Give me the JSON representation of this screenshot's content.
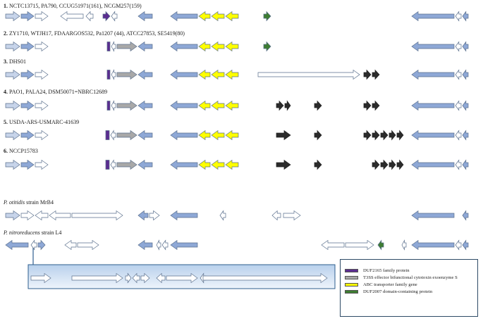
{
  "colors": {
    "light_blue": "#c7d4ea",
    "mid_blue": "#8ea8d6",
    "purple": "#5b2d90",
    "gray": "#a8a8a8",
    "yellow": "#ffff00",
    "green": "#3e7d32",
    "black": "#2b2b2b",
    "white": "#ffffff",
    "inset_border": "#2e5e8e",
    "legend_border": "#2e4a66"
  },
  "rows": [
    {
      "number": "1.",
      "label": "NCTC13715, PA790, CCUG51971(161), NCGM257(159)",
      "label_style": "normal",
      "genes": [
        {
          "start": 8,
          "end": 28,
          "dir": "right",
          "color": "light_blue"
        },
        {
          "start": 30,
          "end": 48,
          "dir": "right",
          "color": "mid_blue"
        },
        {
          "start": 50,
          "end": 68,
          "dir": "right",
          "color": "white"
        },
        {
          "start": 86,
          "end": 118,
          "dir": "left",
          "color": "white"
        },
        {
          "start": 122,
          "end": 132,
          "dir": "left",
          "color": "white"
        },
        {
          "start": 146,
          "end": 156,
          "dir": "right",
          "color": "purple"
        },
        {
          "start": 158,
          "end": 166,
          "dir": "left",
          "color": "white"
        },
        {
          "start": 196,
          "end": 216,
          "dir": "left",
          "color": "mid_blue"
        },
        {
          "start": 242,
          "end": 280,
          "dir": "left",
          "color": "mid_blue"
        },
        {
          "start": 282,
          "end": 298,
          "dir": "left",
          "color": "yellow"
        },
        {
          "start": 300,
          "end": 318,
          "dir": "left",
          "color": "yellow"
        },
        {
          "start": 320,
          "end": 338,
          "dir": "left",
          "color": "yellow"
        },
        {
          "start": 374,
          "end": 384,
          "dir": "right",
          "color": "green"
        },
        {
          "start": 584,
          "end": 644,
          "dir": "left",
          "color": "mid_blue"
        },
        {
          "start": 646,
          "end": 654,
          "dir": "left",
          "color": "white"
        },
        {
          "start": 656,
          "end": 664,
          "dir": "left",
          "color": "mid_blue"
        }
      ]
    },
    {
      "number": "2.",
      "label": "ZY1710, WTJH17, FDAARGOS532, Pa1207 (44), ATCC27853, SE5419(80)",
      "label_style": "normal",
      "genes": [
        {
          "start": 8,
          "end": 28,
          "dir": "right",
          "color": "light_blue"
        },
        {
          "start": 30,
          "end": 48,
          "dir": "right",
          "color": "mid_blue"
        },
        {
          "start": 50,
          "end": 68,
          "dir": "right",
          "color": "white"
        },
        {
          "start": 152,
          "end": 156,
          "dir": "none",
          "color": "purple"
        },
        {
          "start": 158,
          "end": 164,
          "dir": "left",
          "color": "white"
        },
        {
          "start": 166,
          "end": 194,
          "dir": "right",
          "color": "gray"
        },
        {
          "start": 196,
          "end": 216,
          "dir": "left",
          "color": "mid_blue"
        },
        {
          "start": 242,
          "end": 280,
          "dir": "left",
          "color": "mid_blue"
        },
        {
          "start": 282,
          "end": 298,
          "dir": "left",
          "color": "yellow"
        },
        {
          "start": 300,
          "end": 318,
          "dir": "left",
          "color": "yellow"
        },
        {
          "start": 320,
          "end": 338,
          "dir": "left",
          "color": "yellow"
        },
        {
          "start": 374,
          "end": 384,
          "dir": "right",
          "color": "green"
        },
        {
          "start": 584,
          "end": 644,
          "dir": "left",
          "color": "mid_blue"
        },
        {
          "start": 646,
          "end": 654,
          "dir": "left",
          "color": "white"
        },
        {
          "start": 656,
          "end": 664,
          "dir": "left",
          "color": "mid_blue"
        }
      ]
    },
    {
      "number": "3.",
      "label": "DHS01",
      "label_style": "normal",
      "genes": [
        {
          "start": 8,
          "end": 28,
          "dir": "right",
          "color": "light_blue"
        },
        {
          "start": 30,
          "end": 48,
          "dir": "right",
          "color": "mid_blue"
        },
        {
          "start": 50,
          "end": 68,
          "dir": "right",
          "color": "white"
        },
        {
          "start": 152,
          "end": 156,
          "dir": "none",
          "color": "purple"
        },
        {
          "start": 158,
          "end": 164,
          "dir": "left",
          "color": "white"
        },
        {
          "start": 166,
          "end": 194,
          "dir": "right",
          "color": "gray"
        },
        {
          "start": 196,
          "end": 216,
          "dir": "left",
          "color": "mid_blue"
        },
        {
          "start": 242,
          "end": 280,
          "dir": "left",
          "color": "mid_blue"
        },
        {
          "start": 282,
          "end": 298,
          "dir": "left",
          "color": "yellow"
        },
        {
          "start": 300,
          "end": 318,
          "dir": "left",
          "color": "yellow"
        },
        {
          "start": 320,
          "end": 338,
          "dir": "left",
          "color": "yellow"
        },
        {
          "start": 366,
          "end": 510,
          "dir": "right",
          "color": "white"
        },
        {
          "start": 516,
          "end": 526,
          "dir": "right",
          "color": "black"
        },
        {
          "start": 528,
          "end": 538,
          "dir": "right",
          "color": "black"
        },
        {
          "start": 584,
          "end": 644,
          "dir": "left",
          "color": "mid_blue"
        },
        {
          "start": 646,
          "end": 654,
          "dir": "left",
          "color": "white"
        },
        {
          "start": 656,
          "end": 664,
          "dir": "left",
          "color": "mid_blue"
        }
      ]
    },
    {
      "number": "4.",
      "label": "PAO1, PALA24, DSM50071=NBRC12689",
      "label_style": "normal",
      "genes": [
        {
          "start": 8,
          "end": 28,
          "dir": "right",
          "color": "light_blue"
        },
        {
          "start": 30,
          "end": 48,
          "dir": "right",
          "color": "mid_blue"
        },
        {
          "start": 50,
          "end": 68,
          "dir": "right",
          "color": "white"
        },
        {
          "start": 152,
          "end": 156,
          "dir": "none",
          "color": "purple"
        },
        {
          "start": 158,
          "end": 164,
          "dir": "left",
          "color": "white"
        },
        {
          "start": 166,
          "end": 194,
          "dir": "right",
          "color": "gray"
        },
        {
          "start": 196,
          "end": 216,
          "dir": "left",
          "color": "mid_blue"
        },
        {
          "start": 242,
          "end": 280,
          "dir": "left",
          "color": "mid_blue"
        },
        {
          "start": 282,
          "end": 298,
          "dir": "left",
          "color": "yellow"
        },
        {
          "start": 300,
          "end": 318,
          "dir": "left",
          "color": "yellow"
        },
        {
          "start": 320,
          "end": 338,
          "dir": "left",
          "color": "yellow"
        },
        {
          "start": 392,
          "end": 402,
          "dir": "right",
          "color": "black"
        },
        {
          "start": 404,
          "end": 412,
          "dir": "right",
          "color": "black"
        },
        {
          "start": 446,
          "end": 456,
          "dir": "right",
          "color": "black"
        },
        {
          "start": 516,
          "end": 526,
          "dir": "right",
          "color": "black"
        },
        {
          "start": 528,
          "end": 538,
          "dir": "right",
          "color": "black"
        },
        {
          "start": 584,
          "end": 644,
          "dir": "left",
          "color": "mid_blue"
        },
        {
          "start": 646,
          "end": 654,
          "dir": "left",
          "color": "white"
        },
        {
          "start": 656,
          "end": 664,
          "dir": "left",
          "color": "mid_blue"
        }
      ]
    },
    {
      "number": "5.",
      "label": "USDA-ARS-USMARC-41639",
      "label_style": "normal",
      "genes": [
        {
          "start": 8,
          "end": 28,
          "dir": "right",
          "color": "light_blue"
        },
        {
          "start": 30,
          "end": 48,
          "dir": "right",
          "color": "mid_blue"
        },
        {
          "start": 50,
          "end": 68,
          "dir": "right",
          "color": "white"
        },
        {
          "start": 150,
          "end": 155,
          "dir": "none",
          "color": "purple"
        },
        {
          "start": 157,
          "end": 164,
          "dir": "left",
          "color": "white"
        },
        {
          "start": 166,
          "end": 194,
          "dir": "right",
          "color": "gray"
        },
        {
          "start": 196,
          "end": 216,
          "dir": "left",
          "color": "mid_blue"
        },
        {
          "start": 242,
          "end": 280,
          "dir": "left",
          "color": "mid_blue"
        },
        {
          "start": 282,
          "end": 298,
          "dir": "left",
          "color": "yellow"
        },
        {
          "start": 300,
          "end": 318,
          "dir": "left",
          "color": "yellow"
        },
        {
          "start": 320,
          "end": 338,
          "dir": "left",
          "color": "yellow"
        },
        {
          "start": 392,
          "end": 412,
          "dir": "right",
          "color": "black"
        },
        {
          "start": 446,
          "end": 456,
          "dir": "right",
          "color": "black"
        },
        {
          "start": 516,
          "end": 526,
          "dir": "right",
          "color": "black"
        },
        {
          "start": 528,
          "end": 538,
          "dir": "right",
          "color": "black"
        },
        {
          "start": 540,
          "end": 550,
          "dir": "right",
          "color": "black"
        },
        {
          "start": 552,
          "end": 561,
          "dir": "right",
          "color": "black"
        },
        {
          "start": 563,
          "end": 572,
          "dir": "right",
          "color": "black"
        },
        {
          "start": 584,
          "end": 644,
          "dir": "left",
          "color": "mid_blue"
        },
        {
          "start": 646,
          "end": 654,
          "dir": "left",
          "color": "white"
        },
        {
          "start": 656,
          "end": 664,
          "dir": "left",
          "color": "mid_blue"
        }
      ]
    },
    {
      "number": "6.",
      "label": "NCCP15783",
      "label_style": "normal",
      "genes": [
        {
          "start": 8,
          "end": 28,
          "dir": "right",
          "color": "light_blue"
        },
        {
          "start": 30,
          "end": 48,
          "dir": "right",
          "color": "mid_blue"
        },
        {
          "start": 50,
          "end": 68,
          "dir": "right",
          "color": "white"
        },
        {
          "start": 150,
          "end": 155,
          "dir": "none",
          "color": "purple"
        },
        {
          "start": 157,
          "end": 164,
          "dir": "left",
          "color": "white"
        },
        {
          "start": 166,
          "end": 194,
          "dir": "right",
          "color": "gray"
        },
        {
          "start": 196,
          "end": 216,
          "dir": "left",
          "color": "mid_blue"
        },
        {
          "start": 242,
          "end": 280,
          "dir": "left",
          "color": "mid_blue"
        },
        {
          "start": 282,
          "end": 298,
          "dir": "left",
          "color": "yellow"
        },
        {
          "start": 300,
          "end": 318,
          "dir": "left",
          "color": "yellow"
        },
        {
          "start": 320,
          "end": 338,
          "dir": "left",
          "color": "yellow"
        },
        {
          "start": 392,
          "end": 412,
          "dir": "right",
          "color": "black"
        },
        {
          "start": 446,
          "end": 456,
          "dir": "right",
          "color": "black"
        },
        {
          "start": 528,
          "end": 538,
          "dir": "right",
          "color": "black"
        },
        {
          "start": 540,
          "end": 550,
          "dir": "right",
          "color": "black"
        },
        {
          "start": 552,
          "end": 561,
          "dir": "right",
          "color": "black"
        },
        {
          "start": 563,
          "end": 572,
          "dir": "right",
          "color": "black"
        },
        {
          "start": 584,
          "end": 644,
          "dir": "left",
          "color": "mid_blue"
        },
        {
          "start": 646,
          "end": 654,
          "dir": "left",
          "color": "white"
        },
        {
          "start": 656,
          "end": 664,
          "dir": "left",
          "color": "mid_blue"
        }
      ]
    },
    {
      "number": "",
      "label_italic": "P. otitidis",
      "label": " strain MrB4",
      "label_style": "species",
      "genes": [
        {
          "start": 8,
          "end": 28,
          "dir": "right",
          "color": "light_blue"
        },
        {
          "start": 30,
          "end": 48,
          "dir": "right",
          "color": "white"
        },
        {
          "start": 50,
          "end": 68,
          "dir": "left",
          "color": "white"
        },
        {
          "start": 70,
          "end": 100,
          "dir": "left",
          "color": "white"
        },
        {
          "start": 102,
          "end": 174,
          "dir": "right",
          "color": "white"
        },
        {
          "start": 196,
          "end": 210,
          "dir": "left",
          "color": "mid_blue"
        },
        {
          "start": 212,
          "end": 226,
          "dir": "right",
          "color": "white"
        },
        {
          "start": 242,
          "end": 280,
          "dir": "left",
          "color": "mid_blue"
        },
        {
          "start": 312,
          "end": 320,
          "dir": "left",
          "color": "white"
        },
        {
          "start": 386,
          "end": 398,
          "dir": "left",
          "color": "white"
        },
        {
          "start": 402,
          "end": 426,
          "dir": "right",
          "color": "white"
        },
        {
          "start": 584,
          "end": 644,
          "dir": "left",
          "color": "mid_blue"
        },
        {
          "start": 656,
          "end": 664,
          "dir": "left",
          "color": "mid_blue"
        }
      ]
    },
    {
      "number": "",
      "label_italic": "P. nitroreducens",
      "label": " strain L4",
      "label_style": "species",
      "genes": [
        {
          "start": 8,
          "end": 40,
          "dir": "left",
          "color": "mid_blue"
        },
        {
          "start": 44,
          "end": 52,
          "dir": "left",
          "color": "white"
        },
        {
          "start": 54,
          "end": 64,
          "dir": "right",
          "color": "mid_blue"
        },
        {
          "start": 92,
          "end": 108,
          "dir": "left",
          "color": "white"
        },
        {
          "start": 110,
          "end": 140,
          "dir": "right",
          "color": "white"
        },
        {
          "start": 196,
          "end": 216,
          "dir": "left",
          "color": "mid_blue"
        },
        {
          "start": 222,
          "end": 228,
          "dir": "left",
          "color": "white"
        },
        {
          "start": 230,
          "end": 238,
          "dir": "left",
          "color": "white"
        },
        {
          "start": 242,
          "end": 280,
          "dir": "left",
          "color": "mid_blue"
        },
        {
          "start": 456,
          "end": 488,
          "dir": "left",
          "color": "white"
        },
        {
          "start": 490,
          "end": 530,
          "dir": "right",
          "color": "white"
        },
        {
          "start": 536,
          "end": 544,
          "dir": "left",
          "color": "green"
        },
        {
          "start": 570,
          "end": 576,
          "dir": "left",
          "color": "white"
        },
        {
          "start": 584,
          "end": 644,
          "dir": "left",
          "color": "mid_blue"
        },
        {
          "start": 646,
          "end": 654,
          "dir": "left",
          "color": "white"
        },
        {
          "start": 656,
          "end": 664,
          "dir": "left",
          "color": "mid_blue"
        }
      ]
    }
  ],
  "inset": {
    "genes": [
      {
        "start": 44,
        "end": 72,
        "dir": "right",
        "color": "white"
      },
      {
        "start": 102,
        "end": 174,
        "dir": "right",
        "color": "white"
      },
      {
        "start": 178,
        "end": 186,
        "dir": "right",
        "color": "white"
      },
      {
        "start": 188,
        "end": 198,
        "dir": "left",
        "color": "white"
      },
      {
        "start": 200,
        "end": 212,
        "dir": "right",
        "color": "white"
      },
      {
        "start": 222,
        "end": 234,
        "dir": "left",
        "color": "white"
      },
      {
        "start": 236,
        "end": 280,
        "dir": "right",
        "color": "white"
      },
      {
        "start": 284,
        "end": 292,
        "dir": "left",
        "color": "white"
      },
      {
        "start": 288,
        "end": 464,
        "dir": "right",
        "color": "white"
      }
    ]
  },
  "legend": [
    {
      "label": "DUF2165 family protein",
      "color": "purple"
    },
    {
      "label": "T3SS effector bifunctional cytotoxin exoenzyme S",
      "color": "gray"
    },
    {
      "label": "ABC transporter family gene",
      "color": "yellow"
    },
    {
      "label": "DUF2007 domain-containing protein",
      "color": "green"
    }
  ]
}
